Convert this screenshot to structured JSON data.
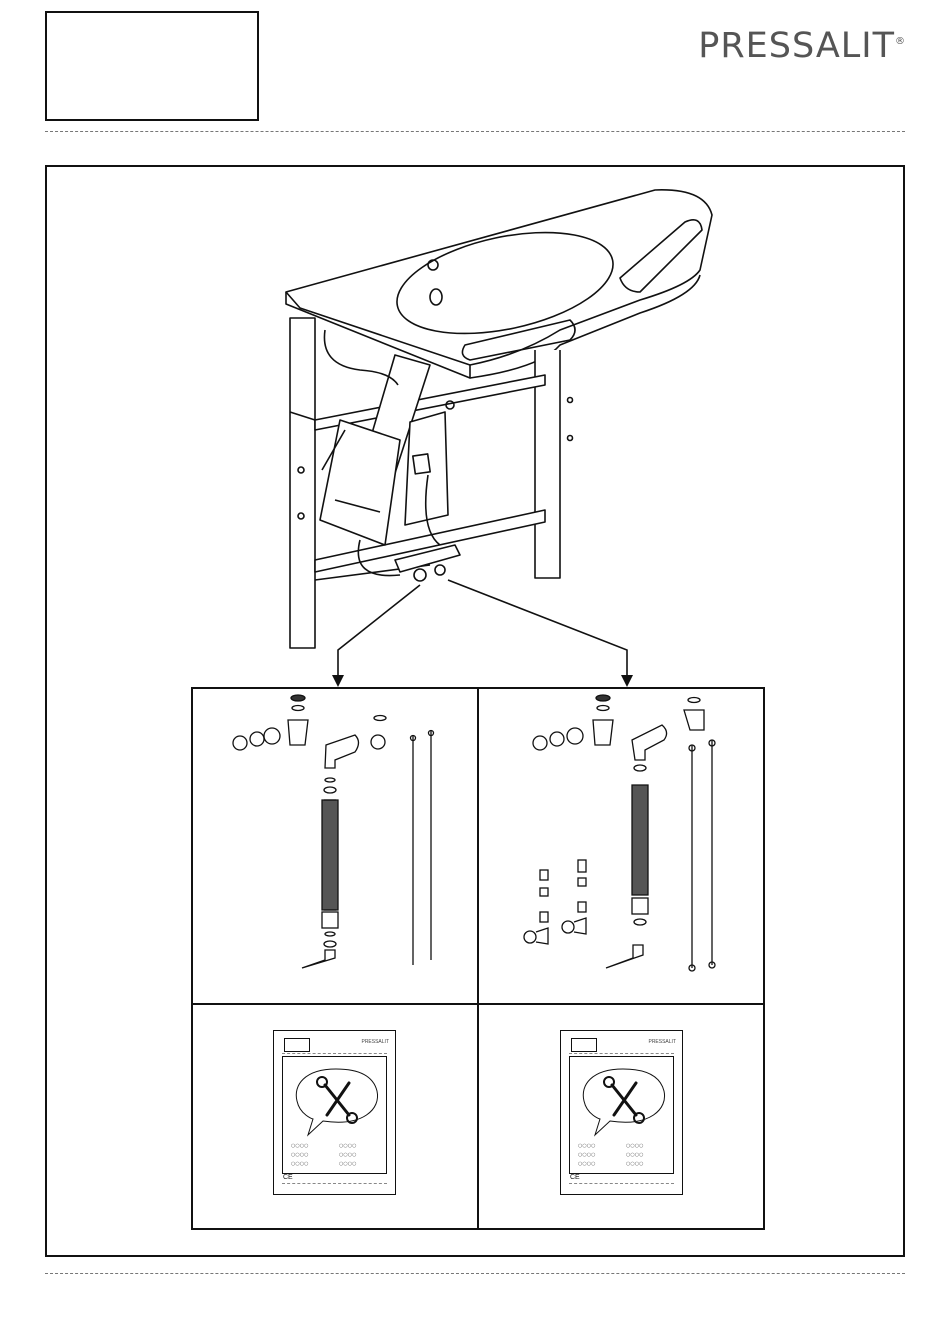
{
  "header": {
    "brand": "PRESSALIT",
    "brand_mark": "®",
    "label_box_text": ""
  },
  "panels": {
    "left_parts": "standard-drain-kit",
    "right_parts": "alternative-drain-kit-with-valves"
  },
  "manual_thumb": {
    "brand": "PRESSALIT",
    "ce_mark": "CE",
    "icon": "tools-icon"
  },
  "colors": {
    "line": "#111111",
    "logo": "#555555",
    "dash": "#777777"
  }
}
